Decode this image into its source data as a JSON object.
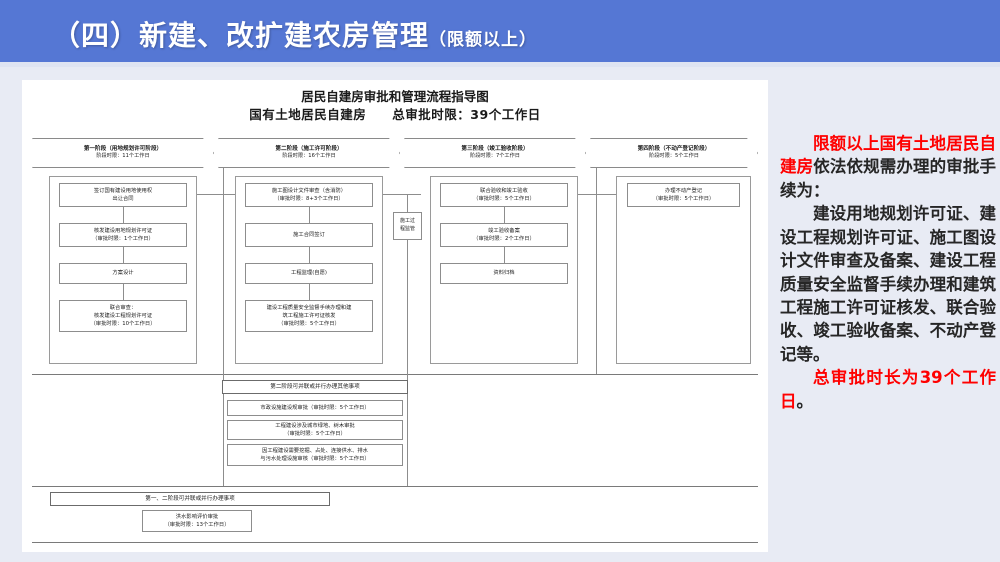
{
  "header": {
    "title_main": "（四）新建、改扩建农房管理",
    "title_sub": "（限额以上）",
    "banner_color": "#5577d4"
  },
  "flowchart": {
    "title_line1": "居民自建房审批和管理流程指导图",
    "title_line2_left": "国有土地居民自建房",
    "title_line2_right": "总审批时限：39个工作日",
    "stages": [
      {
        "name": "第一阶段（用地规划许可阶段）",
        "duration": "阶段时限：11个工作日"
      },
      {
        "name": "第二阶段（施工许可阶段）",
        "duration": "阶段时限：16个工作日"
      },
      {
        "name": "第三阶段（竣工验收阶段）",
        "duration": "阶段时限：7个工作日"
      },
      {
        "name": "第四阶段（不动产登记阶段）",
        "duration": "阶段时限：5个工作日"
      }
    ],
    "stage1_boxes": [
      {
        "line1": "签订国有建设用地使用权",
        "line2": "出让合同"
      },
      {
        "line1": "核发建设用地规划许可证",
        "line2": "（审批时限：1个工作日）"
      },
      {
        "line1": "方案设计",
        "line2": ""
      },
      {
        "line1": "联合审查：",
        "line2": "核发建设工程规划许可证",
        "line3": "（审批时限：10个工作日）"
      }
    ],
    "stage2_boxes": [
      {
        "line1": "施工图设计文件审查（含消防）",
        "line2": "（审批时限：8+3个工作日）"
      },
      {
        "line1": "施工合同签订",
        "line2": ""
      },
      {
        "line1": "工程监理(自愿)",
        "line2": ""
      },
      {
        "line1": "建设工程质量安全监督手续办理和建",
        "line2": "筑工程施工许可证核发",
        "line3": "（审批时限：5个工作日）"
      }
    ],
    "stage3_side_box": {
      "line1": "施工过",
      "line2": "程监管"
    },
    "stage3_boxes": [
      {
        "line1": "联合验收和竣工验收",
        "line2": "（审批时限：5个工作日）"
      },
      {
        "line1": "竣工验收备案",
        "line2": "（审批时限：2个工作日）"
      },
      {
        "line1": "资料归档",
        "line2": ""
      }
    ],
    "stage4_boxes": [
      {
        "line1": "办理不动产登记",
        "line2": "（审批时限：5个工作日）"
      }
    ],
    "parallel_stage2": {
      "header": "第二阶段可并联或并行办理其他事项",
      "items": [
        {
          "line1": "市政设施建设规审批（审批时限：5个工作日）",
          "line2": ""
        },
        {
          "line1": "工程建设涉及城市绿地、树木审批",
          "line2": "（审批时限：5个工作日）"
        },
        {
          "line1": "因工程建设需要挖掘、占处、连接供水、排水",
          "line2": "与污水处理设施审核（审批时限：5个工作日）"
        }
      ]
    },
    "parallel_stage12": {
      "header": "第一、二阶段可并联或并行办理事项",
      "items": [
        {
          "line1": "洪水影响评价审批",
          "line2": "（审批时限：13个工作日）"
        }
      ]
    }
  },
  "side_panel": {
    "p1_red1": "限额以上国有土地",
    "p1_red2": "居民自建房",
    "p1_black": "依法依规需办理的审批手续为：",
    "p2": "建设用地规划许可证、建设工程规划许可证、施工图设计文件审查及备案、建设工程质量安全监督手续办理和建筑工程施工许可证核发、联合验收、竣工验收备案、不动产登记等。",
    "p3_red": "总审批时长为39个工作日",
    "p3_black": "。",
    "highlight_color": "#ff0000"
  }
}
